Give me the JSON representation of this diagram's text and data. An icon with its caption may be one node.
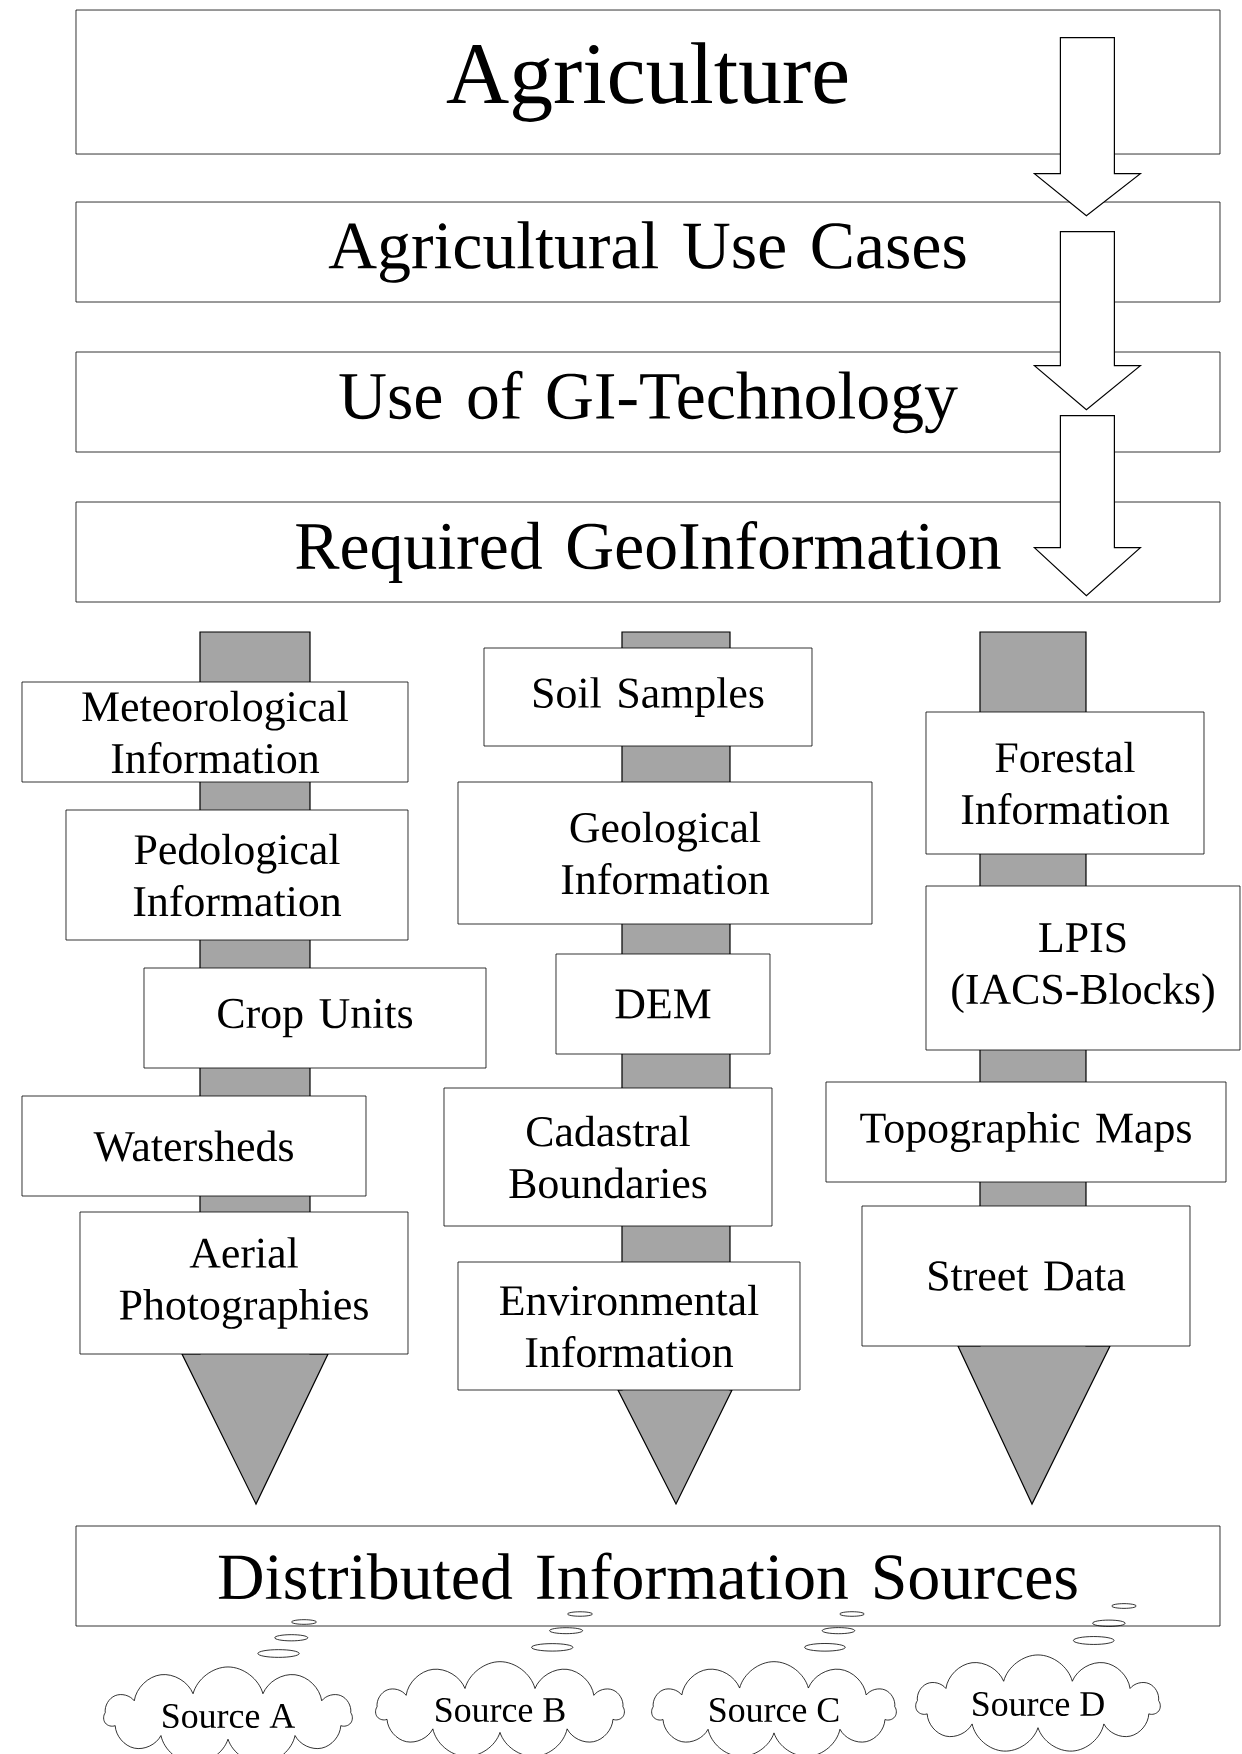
{
  "diagram": {
    "nodes": [
      {
        "text": [
          "Agriculture"
        ]
      },
      {
        "text": [
          "Agricultural Use Cases"
        ]
      },
      {
        "text": [
          "Use of GI-Technology"
        ]
      },
      {
        "text": [
          "Required GeoInformation"
        ]
      },
      {
        "text": [
          "Meteorological Information"
        ]
      },
      {
        "text": [
          "Pedological Information"
        ]
      },
      {
        "text": [
          "Crop Units"
        ]
      },
      {
        "text": [
          "Watersheds"
        ]
      },
      {
        "text": [
          "Aerial Photographies"
        ]
      },
      {
        "text": [
          "Soil Samples"
        ]
      },
      {
        "text": [
          "Geological Information"
        ]
      },
      {
        "text": [
          "DEM"
        ]
      },
      {
        "text": [
          "Cadastral Boundaries"
        ]
      },
      {
        "text": [
          "Environmental Information"
        ]
      },
      {
        "text": [
          "Forestal Information"
        ]
      },
      {
        "text": [
          "LPIS (IACS-Blocks)"
        ]
      },
      {
        "text": [
          "Topographic Maps"
        ]
      },
      {
        "text": [
          "Street Data"
        ]
      },
      {
        "text": [
          "Distributed Information Sources"
        ]
      },
      {
        "text": [
          "Source A"
        ]
      },
      {
        "text": [
          "Source B"
        ]
      },
      {
        "text": [
          "Source C"
        ]
      },
      {
        "text": [
          "Source D"
        ]
      }
    ],
    "edges": [
      {
        "from": 0,
        "to": 1,
        "arrow": "to"
      },
      {
        "from": 1,
        "to": 2,
        "arrow": "to"
      },
      {
        "from": 2,
        "to": 3,
        "arrow": "to"
      },
      {
        "from": 3,
        "to": 18,
        "arrow": "to"
      },
      {
        "from": 3,
        "to": 18,
        "arrow": "to"
      },
      {
        "from": 3,
        "to": 18,
        "arrow": "to"
      }
    ]
  }
}
